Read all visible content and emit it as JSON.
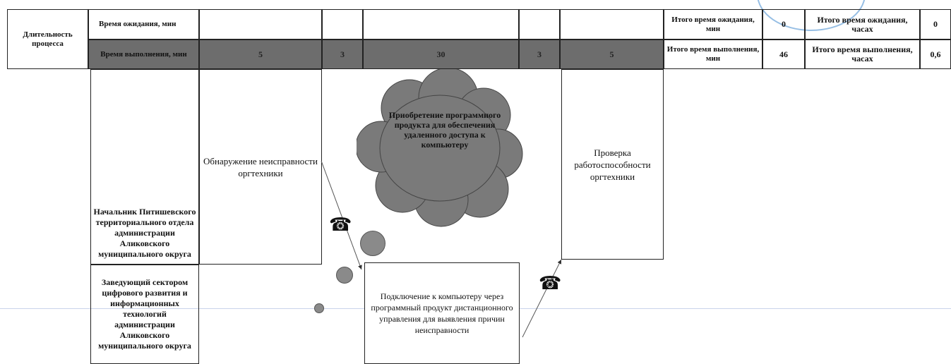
{
  "header": {
    "duration_label": "Длительность процесса",
    "wait_label": "Время ожидания, мин",
    "exec_label": "Время выполнения, мин",
    "exec_values": [
      "5",
      "3",
      "30",
      "3",
      "5"
    ],
    "total_wait_min_label": "Итого время ожидания, мин",
    "total_wait_min_value": "0",
    "total_wait_hours_label": "Итого время ожидания, часах",
    "total_wait_hours_value": "0",
    "total_exec_min_label": "Итого время выполнения, мин",
    "total_exec_min_value": "46",
    "total_exec_hours_label": "Итого время выполнения, часах",
    "total_exec_hours_value": "0,6"
  },
  "lanes": {
    "role1": "Начальник Питишевского территориального отдела администрации Аликовского муниципального округа",
    "role2": "Заведующий сектором цифрового развития и информационных технологий администрации Аликовского муниципального округа"
  },
  "steps": {
    "detect": "Обнаружение неисправности оргтехники",
    "cloud": "Приобретение программного продукта для обеспечения удаленного доступа к компьютеру",
    "verify": "Проверка работоспособности оргтехники",
    "connect": "Подключение к компьютеру через программный продукт дистанционного управления для выявления причин неисправности"
  },
  "icons": {
    "phone1": "telephone-icon",
    "phone2": "telephone-icon"
  },
  "colors": {
    "shade": "#6d6d6d",
    "cloud": "#7a7a7a",
    "stamp": "#6aa3d8"
  }
}
